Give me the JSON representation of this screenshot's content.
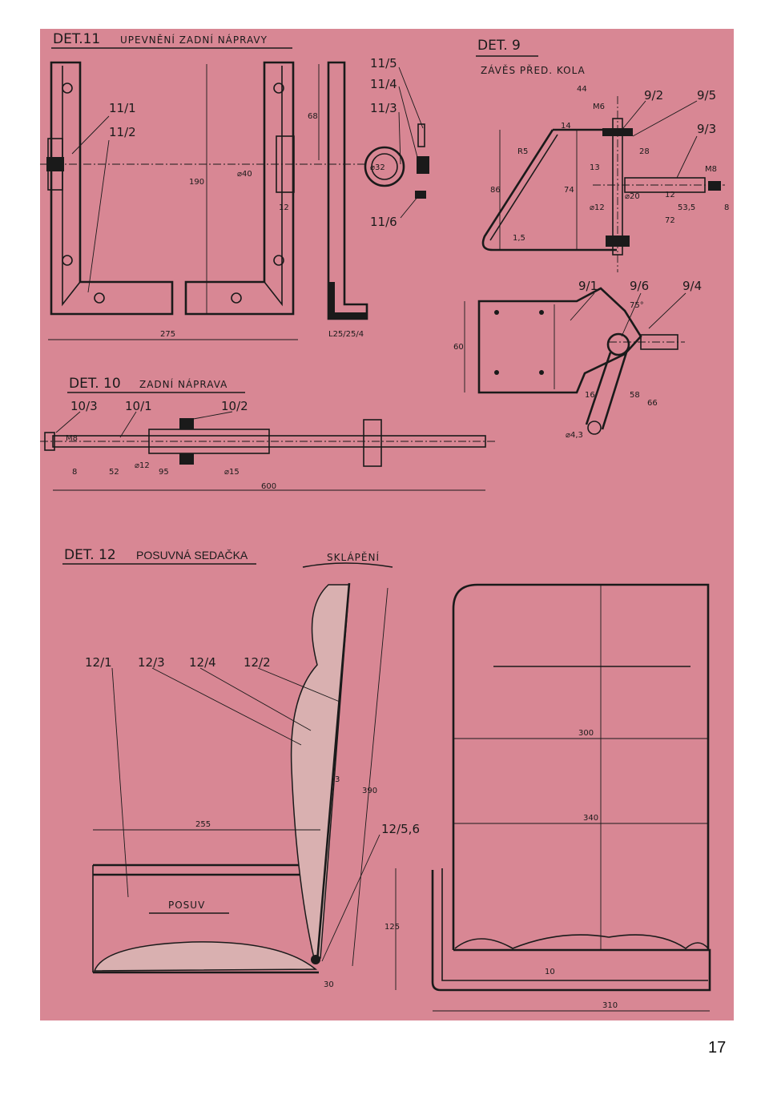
{
  "page_number": "17",
  "det11": {
    "title": "DET.11",
    "subtitle": "UPEVNĚNÍ ZADNÍ NÁPRAVY",
    "parts": [
      "11/1",
      "11/2",
      "11/3",
      "11/4",
      "11/5",
      "11/6"
    ],
    "dims": [
      "275",
      "190",
      "68",
      "⌀40",
      "12",
      "⌀32",
      "L25/25/4"
    ]
  },
  "det9": {
    "title": "DET. 9",
    "subtitle": "ZÁVĚS PŘED. KOLA",
    "parts": [
      "9/1",
      "9/2",
      "9/3",
      "9/4",
      "9/5",
      "9/6"
    ],
    "dims": [
      "44",
      "M6",
      "14",
      "R5",
      "28",
      "13",
      "74",
      "86",
      "⌀20",
      "⌀12",
      "12",
      "M8",
      "53,5",
      "72",
      "8",
      "1,5",
      "60",
      "75°",
      "16",
      "58",
      "66",
      "⌀4,3"
    ]
  },
  "det10": {
    "title": "DET. 10",
    "subtitle": "ZADNÍ NÁPRAVA",
    "parts": [
      "10/3",
      "10/1",
      "10/2"
    ],
    "dims": [
      "M8",
      "8",
      "52",
      "⌀12",
      "95",
      "⌀15",
      "600"
    ]
  },
  "det12": {
    "title": "DET. 12",
    "subtitle": "POSUVNÁ SEDAČKA",
    "parts": [
      "12/1",
      "12/3",
      "12/4",
      "12/2",
      "12/5,6"
    ],
    "labels": {
      "tilt": "SKLÁPĚNÍ",
      "slide": "POSUV"
    },
    "dims": [
      "255",
      "3",
      "390",
      "30",
      "125",
      "10",
      "300",
      "340",
      "310"
    ]
  }
}
